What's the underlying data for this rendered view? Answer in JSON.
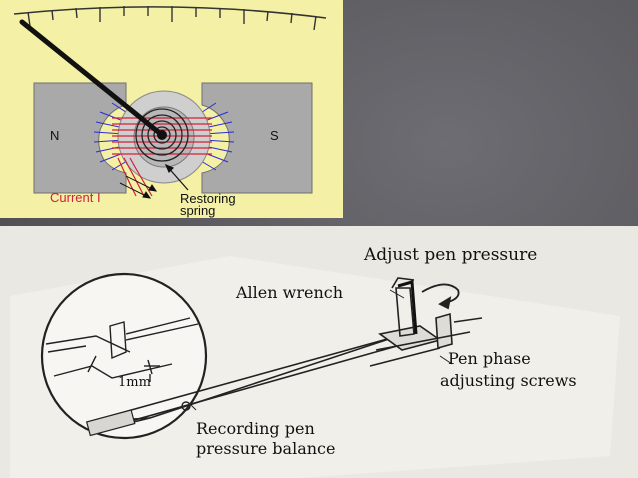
{
  "galvanometer": {
    "pole_north": "N",
    "pole_south": "S",
    "current_label": "Current I",
    "spring_label_line1": "Restoring",
    "spring_label_line2": "spring",
    "colors": {
      "panel_background": "#f4f0a6",
      "magnet": "#a9a9a9",
      "field_lines": "#2b2bd6",
      "coil_wire": "#d0203a",
      "current_label": "#d0203a"
    }
  },
  "recorder": {
    "adjust_pen_pressure": "Adjust pen pressure",
    "allen_wrench": "Allen wrench",
    "pen_phase_line1": "Pen phase",
    "pen_phase_line2": "adjusting screws",
    "recording_pen_line1": "Recording pen",
    "recording_pen_line2": "pressure balance",
    "dimension": "1mm"
  }
}
